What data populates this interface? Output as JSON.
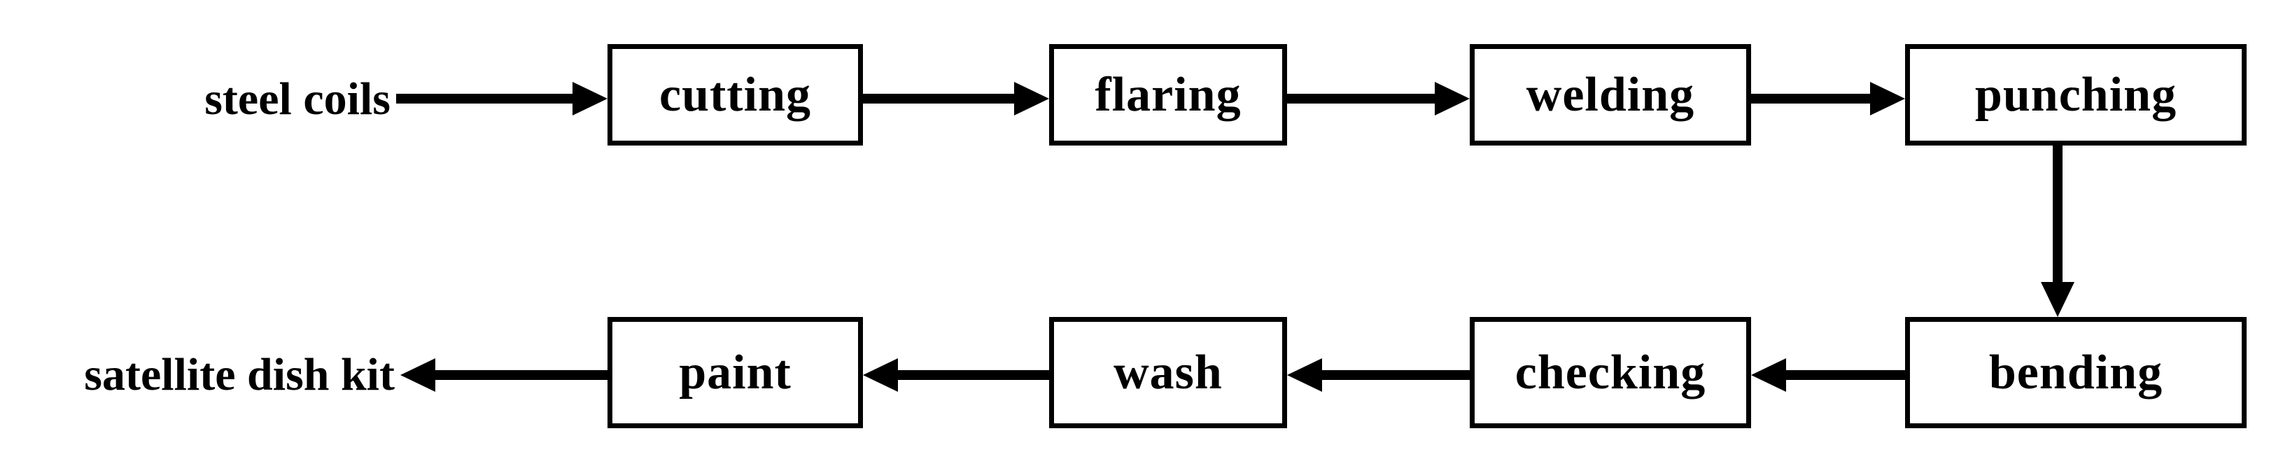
{
  "diagram": {
    "type": "process-flowchart",
    "background_color": "#ffffff",
    "line_color": "#000000",
    "box_fill_color": "#ffffff",
    "input_label": "steel coils",
    "output_label": "satellite dish kit",
    "nodes": [
      {
        "id": "cutting",
        "label": "cutting",
        "row": "top"
      },
      {
        "id": "flaring",
        "label": "flaring",
        "row": "top"
      },
      {
        "id": "welding",
        "label": "welding",
        "row": "top"
      },
      {
        "id": "punching",
        "label": "punching",
        "row": "top"
      },
      {
        "id": "bending",
        "label": "bending",
        "row": "bottom"
      },
      {
        "id": "checking",
        "label": "checking",
        "row": "bottom"
      },
      {
        "id": "wash",
        "label": "wash",
        "row": "bottom"
      },
      {
        "id": "paint",
        "label": "paint",
        "row": "bottom"
      }
    ],
    "flow_order": [
      "steel coils",
      "cutting",
      "flaring",
      "welding",
      "punching",
      "bending",
      "checking",
      "wash",
      "paint",
      "satellite dish kit"
    ],
    "edges": [
      {
        "from": "steel coils",
        "to": "cutting",
        "direction": "right"
      },
      {
        "from": "cutting",
        "to": "flaring",
        "direction": "right"
      },
      {
        "from": "flaring",
        "to": "welding",
        "direction": "right"
      },
      {
        "from": "welding",
        "to": "punching",
        "direction": "right"
      },
      {
        "from": "punching",
        "to": "bending",
        "direction": "down"
      },
      {
        "from": "bending",
        "to": "checking",
        "direction": "left"
      },
      {
        "from": "checking",
        "to": "wash",
        "direction": "left"
      },
      {
        "from": "wash",
        "to": "paint",
        "direction": "left"
      },
      {
        "from": "paint",
        "to": "satellite dish kit",
        "direction": "left"
      }
    ]
  }
}
